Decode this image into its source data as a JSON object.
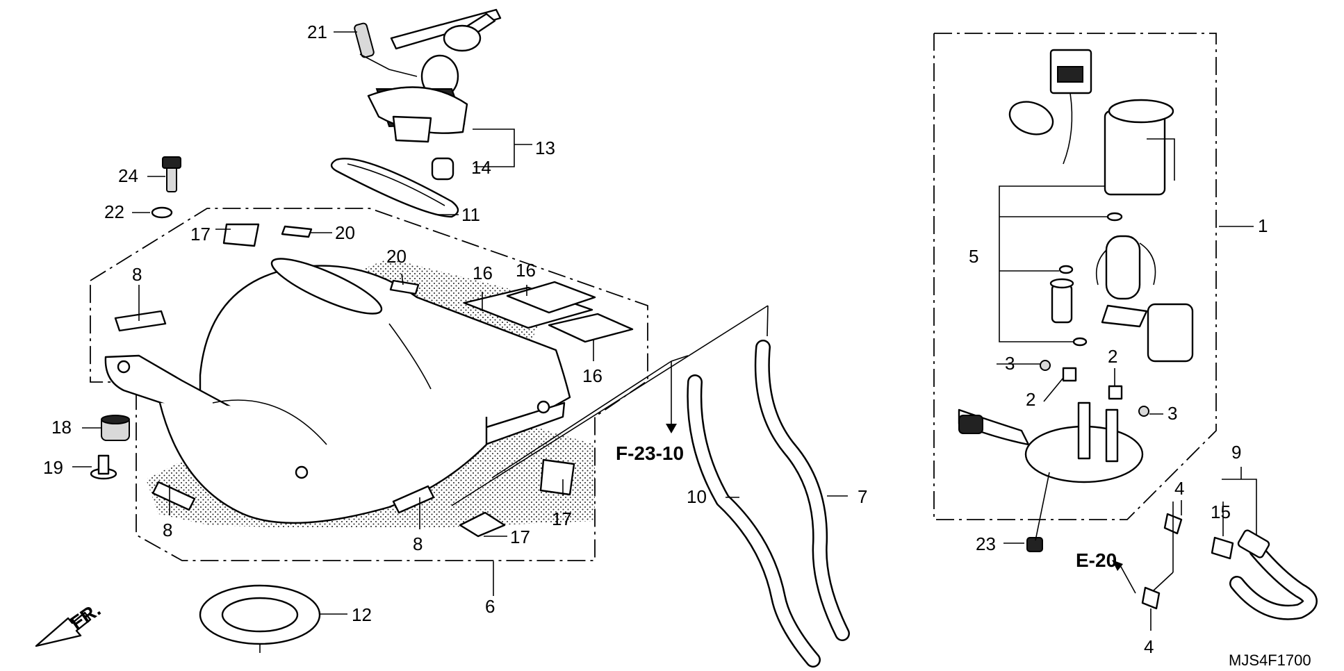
{
  "callouts": {
    "n1": "1",
    "n2a": "2",
    "n2b": "2",
    "n3a": "3",
    "n3b": "3",
    "n4a": "4",
    "n4b": "4",
    "n5": "5",
    "n6": "6",
    "n7": "7",
    "n8a": "8",
    "n8b": "8",
    "n8c": "8",
    "n9": "9",
    "n10": "10",
    "n11": "11",
    "n12": "12",
    "n13": "13",
    "n14": "14",
    "n15": "15",
    "n16a": "16",
    "n16b": "16",
    "n16c": "16",
    "n17a": "17",
    "n17b": "17",
    "n17c": "17",
    "n18": "18",
    "n19": "19",
    "n20a": "20",
    "n20b": "20",
    "n21": "21",
    "n22": "22",
    "n23": "23",
    "n24": "24"
  },
  "references": {
    "f23": "F-23-10",
    "e20": "E-20"
  },
  "direction_label": "FR.",
  "diagram_code": "MJS4F1700"
}
